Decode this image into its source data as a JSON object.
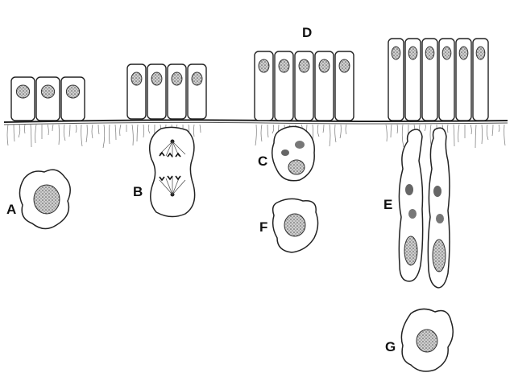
{
  "figure": {
    "labels": {
      "A": "A",
      "B": "B",
      "C": "C",
      "D": "D",
      "E": "E",
      "F": "F",
      "G": "G"
    }
  },
  "colors": {
    "ink": "#1a1a1a",
    "nucleus": "#8a8a8a",
    "background": "#ffffff"
  }
}
